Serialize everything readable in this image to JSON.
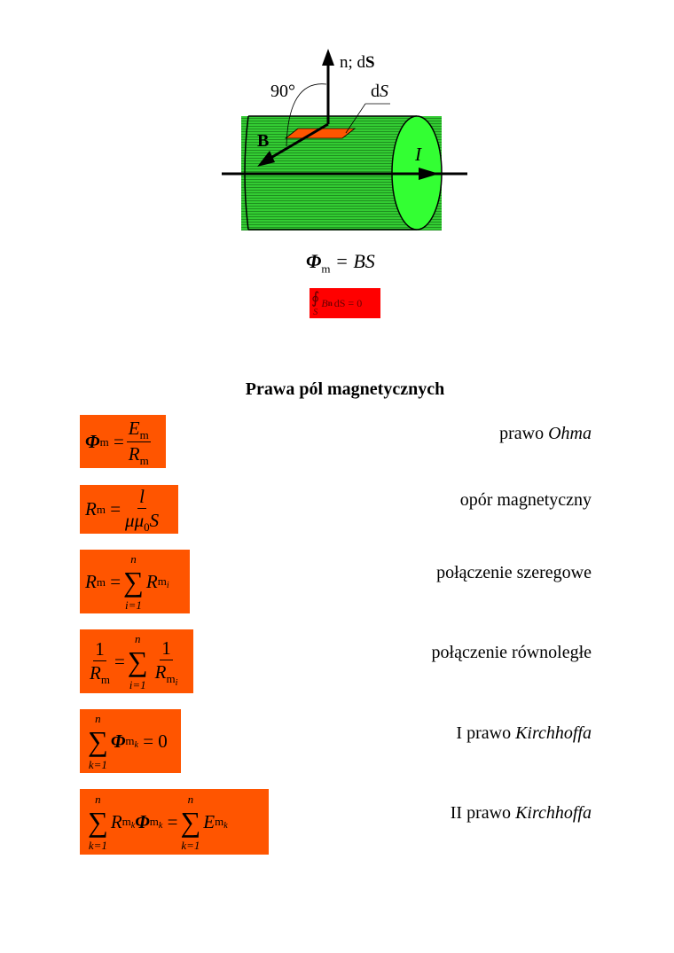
{
  "figure": {
    "n_label": "n; d",
    "n_label_bold_S": "S",
    "angle": "90°",
    "dS_d": "d",
    "dS_S": "S",
    "B": "B",
    "I": "I"
  },
  "flux": {
    "phi": "Φ",
    "sub": "m",
    "eq": "= BS"
  },
  "gauss": {
    "integral": "∮",
    "lim": "S",
    "B": "B",
    "n": "n",
    "rest": "dS = 0"
  },
  "title": "Prawa pól magnetycznych",
  "laws": [
    {
      "label": "prawo ",
      "label_italic": "Ohma"
    },
    {
      "label": "opór magnetyczny",
      "label_italic": ""
    },
    {
      "label": "połączenie szeregowe",
      "label_italic": ""
    },
    {
      "label": "połączenie równoległe",
      "label_italic": ""
    },
    {
      "label": "I prawo ",
      "label_italic": "Kirchhoffa"
    },
    {
      "label": "II prawo ",
      "label_italic": "Kirchhoffa"
    }
  ],
  "sym": {
    "phi": "Φ",
    "m": "m",
    "E": "E",
    "R": "R",
    "l": "l",
    "mumu": "μμ",
    "zero": "0",
    "S": "S",
    "eq": "=",
    "one": "1",
    "n": "n",
    "i1": "i=1",
    "k1": "k=1",
    "sigma": "∑",
    "i": "i",
    "k": "k",
    "eq0": "= 0"
  }
}
